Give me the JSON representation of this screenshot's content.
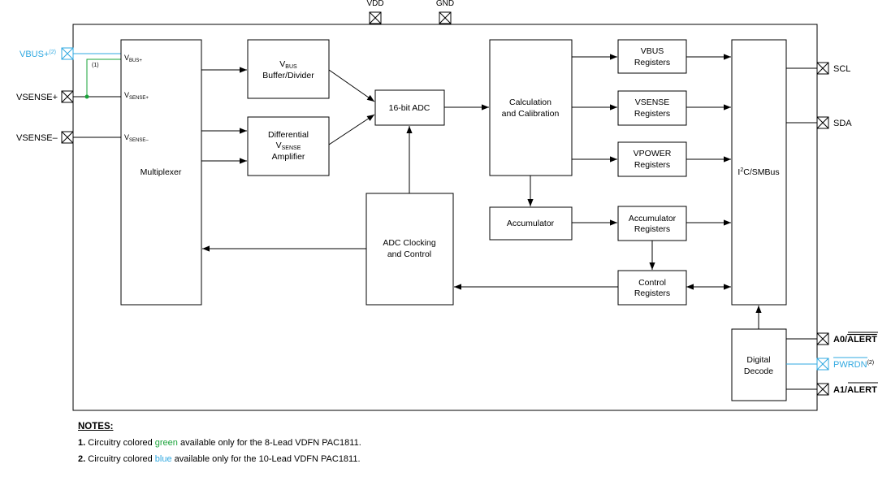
{
  "pins": {
    "vdd": "VDD",
    "gnd": "GND",
    "vbus_plus": "VBUS+",
    "vbus_plus_note": "(2)",
    "vsense_plus": "VSENSE+",
    "vsense_minus": "VSENSE–",
    "scl": "SCL",
    "sda": "SDA",
    "a0": "A0/",
    "a0_alert": "ALERT",
    "pwrdn": "PWRDN",
    "pwrdn_note": "(2)",
    "a1": "A1/",
    "a1_alert": "ALERT"
  },
  "mux": {
    "vbus_main": "V",
    "vbus_sub": "BUS+",
    "vsense_plus_main": "V",
    "vsense_plus_sub": "SENSE+",
    "vsense_minus_main": "V",
    "vsense_minus_sub": "SENSE–",
    "label": "Multiplexer",
    "green_note": "(1)"
  },
  "blocks": {
    "vbus_buffer_l1_main": "V",
    "vbus_buffer_l1_sub": "BUS",
    "vbus_buffer_l2": "Buffer/Divider",
    "diff_amp_l1": "Differential",
    "diff_amp_l2_main": "V",
    "diff_amp_l2_sub": "SENSE",
    "diff_amp_l3": "Amplifier",
    "adc": "16-bit ADC",
    "adc_clock_l1": "ADC Clocking",
    "adc_clock_l2": "and Control",
    "calc_l1": "Calculation",
    "calc_l2": "and Calibration",
    "accumulator": "Accumulator",
    "vbus_reg_l1": "VBUS",
    "vbus_reg_l2": "Registers",
    "vsense_reg_l1": "VSENSE",
    "vsense_reg_l2": "Registers",
    "vpower_reg_l1": "VPOWER",
    "vpower_reg_l2": "Registers",
    "acc_reg_l1": "Accumulator",
    "acc_reg_l2": "Registers",
    "ctrl_reg_l1": "Control",
    "ctrl_reg_l2": "Registers",
    "i2c_i": "I",
    "i2c_sup": "2",
    "i2c_rest": "C/SMBus",
    "digital_decode_l1": "Digital",
    "digital_decode_l2": "Decode"
  },
  "notes": {
    "title": "NOTES:",
    "n1_num": "1.",
    "n1_pre": "Circuitry colored",
    "n1_color": "green",
    "n1_post": "available only for the 8-Lead VDFN PAC1811.",
    "n2_num": "2.",
    "n2_pre": "Circuitry colored",
    "n2_color": "blue",
    "n2_post": "available only for the 10-Lead VDFN PAC1811."
  },
  "colors": {
    "green": "#1aa33a",
    "blue": "#2fa8e0",
    "line": "#000000"
  }
}
